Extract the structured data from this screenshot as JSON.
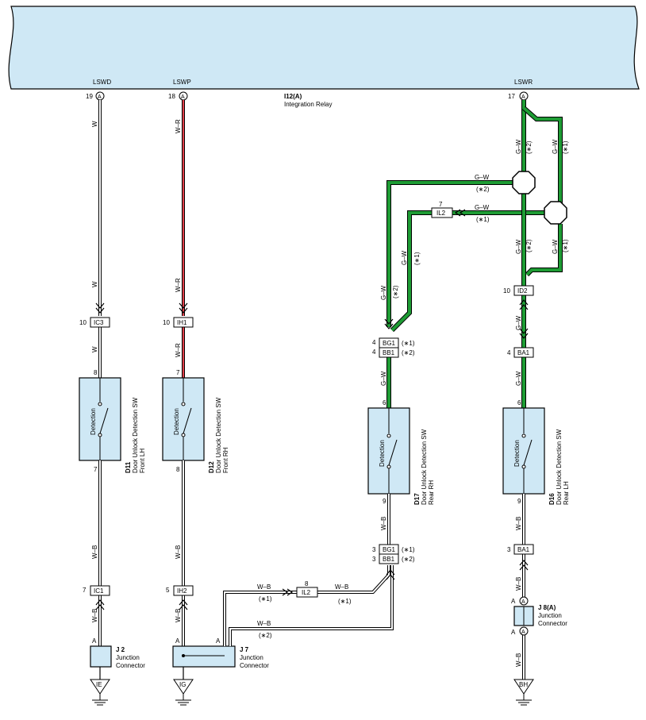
{
  "relay": {
    "id": "I12(A)",
    "name": "Integration Relay",
    "terminals": [
      {
        "name": "LSWD",
        "pin": "19",
        "tag": "A"
      },
      {
        "name": "LSWP",
        "pin": "18",
        "tag": "A"
      },
      {
        "name": "LSWR",
        "pin": "17",
        "tag": "A"
      }
    ]
  },
  "wires": {
    "w": "W",
    "wr": "W–R",
    "gw": "G–W",
    "wb": "W–B",
    "n1": "(∗1)",
    "n2": "(∗2)"
  },
  "connectors": {
    "ic3": {
      "pin": "10",
      "id": "IC3"
    },
    "ih1": {
      "pin": "10",
      "id": "IH1"
    },
    "il2_top": {
      "pin": "7",
      "id": "IL2"
    },
    "id2": {
      "pin": "10",
      "id": "ID2"
    },
    "bg1_top": {
      "pin": "4",
      "id": "BG1",
      "note": "(∗1)"
    },
    "bb1_top": {
      "pin": "4",
      "id": "BB1",
      "note": "(∗2)"
    },
    "ba1_top": {
      "pin": "4",
      "id": "BA1"
    },
    "bg1_bot": {
      "pin": "3",
      "id": "BG1",
      "note": "(∗1)"
    },
    "bb1_bot": {
      "pin": "3",
      "id": "BB1",
      "note": "(∗2)"
    },
    "ba1_bot": {
      "pin": "3",
      "id": "BA1"
    },
    "ic1": {
      "pin": "7",
      "id": "IC1"
    },
    "ih2": {
      "pin": "5",
      "id": "IH2"
    },
    "il2_bot": {
      "pin": "8",
      "id": "IL2"
    }
  },
  "components": {
    "d11": {
      "id": "D11",
      "line1": "Door Unlock Detection SW",
      "line2": "Front LH",
      "inner": "Detection",
      "pin_top": "8",
      "pin_bot": "7"
    },
    "d12": {
      "id": "D12",
      "line1": "Door Unlock Detection SW",
      "line2": "Front RH",
      "inner": "Detection",
      "pin_top": "7",
      "pin_bot": "8"
    },
    "d17": {
      "id": "D17",
      "line1": "Door Unlock Detection SW",
      "line2": "Rear RH",
      "inner": "Detection",
      "pin_top": "6",
      "pin_bot": "9"
    },
    "d16": {
      "id": "D16",
      "line1": "Door Unlock Detection SW",
      "line2": "Rear LH",
      "inner": "Detection",
      "pin_top": "6",
      "pin_bot": "9"
    }
  },
  "junctions": {
    "j2": {
      "id": "J 2",
      "line1": "Junction",
      "line2": "Connector",
      "pin": "A"
    },
    "j7": {
      "id": "J 7",
      "line1": "Junction",
      "line2": "Connector",
      "pin": "A"
    },
    "j8": {
      "id": "J 8(A)",
      "line1": "Junction",
      "line2": "Connector",
      "pin": "A"
    }
  },
  "grounds": {
    "ie": "IE",
    "ig": "IG",
    "bh": "BH"
  },
  "colors": {
    "white_wire": "#ffffff",
    "red_wire": "#e0404a",
    "green_wire": "#1e9c34",
    "panel": "#cfe8f5"
  }
}
